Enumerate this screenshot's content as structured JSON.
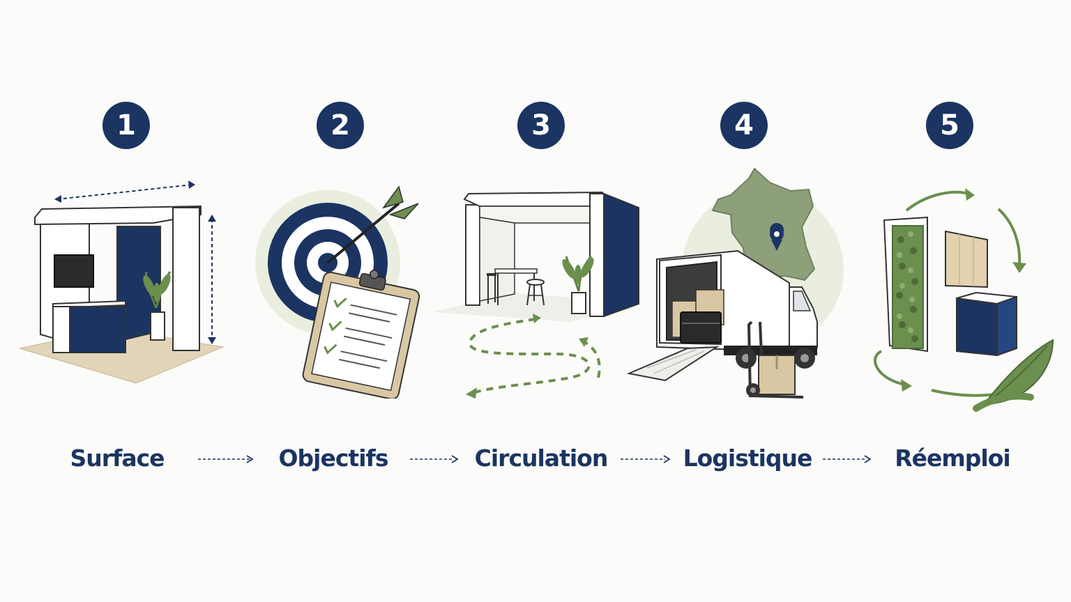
{
  "colors": {
    "navy": "#1b3461",
    "green": "#6b8f4e",
    "light_green": "#e9eedf",
    "map_green": "#8da07a",
    "wood": "#d9c7a4",
    "background": "#fbfbf9"
  },
  "steps": [
    {
      "number": "1",
      "label": "Surface",
      "icon": "booth-dimensions-icon"
    },
    {
      "number": "2",
      "label": "Objectifs",
      "icon": "target-checklist-icon"
    },
    {
      "number": "3",
      "label": "Circulation",
      "icon": "visitor-flow-icon"
    },
    {
      "number": "4",
      "label": "Logistique",
      "icon": "delivery-truck-icon"
    },
    {
      "number": "5",
      "label": "Réemploi",
      "icon": "reuse-cycle-icon"
    }
  ]
}
